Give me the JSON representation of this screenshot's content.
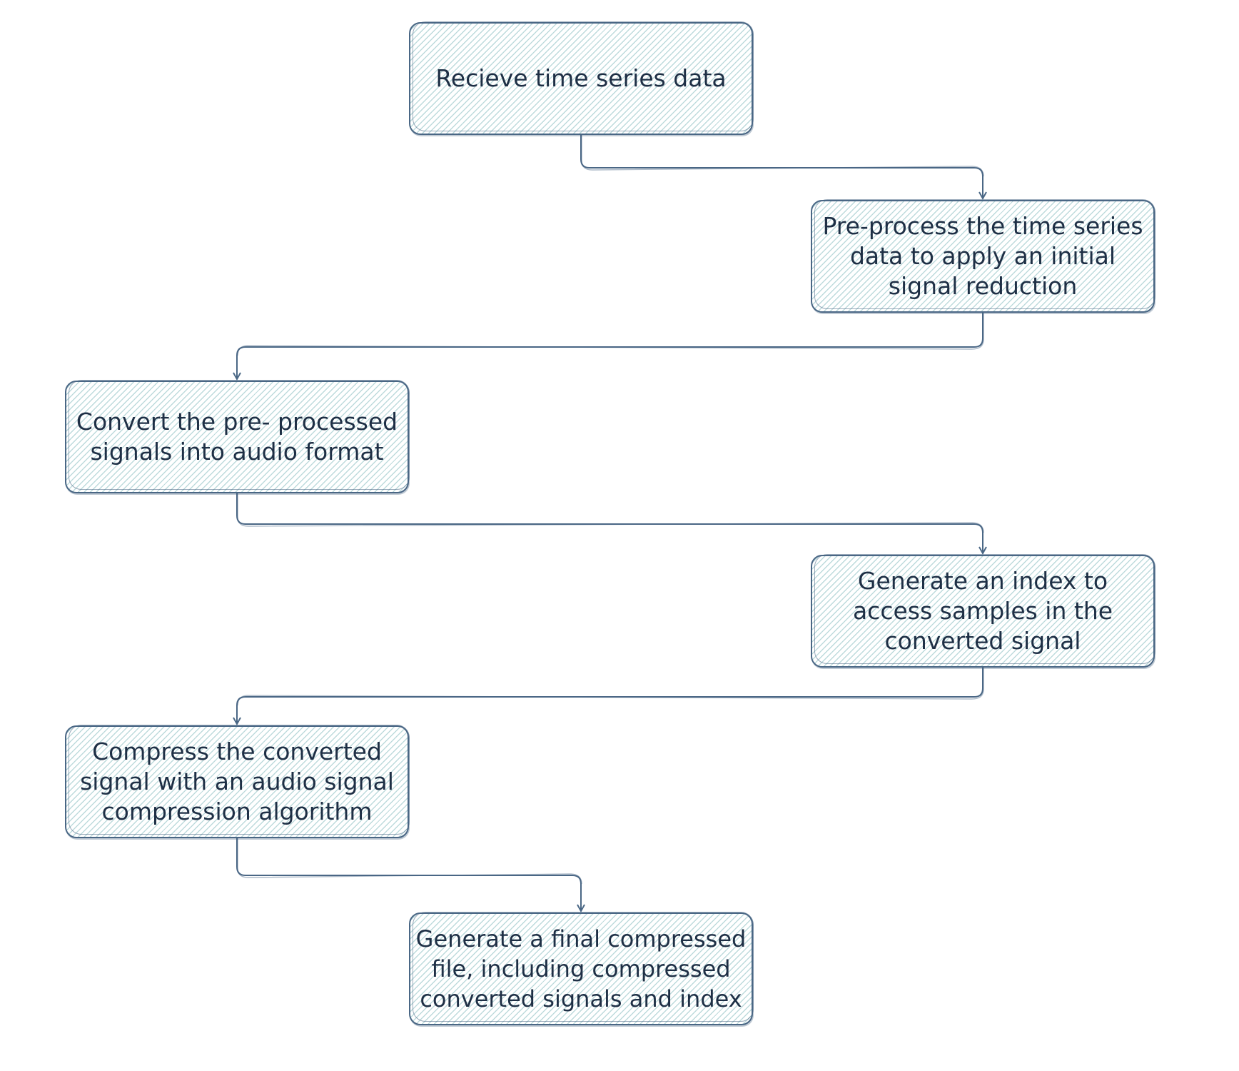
{
  "diagram": {
    "nodes": [
      {
        "id": "n1",
        "label": "Recieve time series data"
      },
      {
        "id": "n2",
        "label": "Pre-process the time series data to apply an initial signal reduction"
      },
      {
        "id": "n3",
        "label": "Convert the pre- processed signals into audio format"
      },
      {
        "id": "n4",
        "label": "Generate an index to access samples in the converted signal"
      },
      {
        "id": "n5",
        "label": "Compress the converted signal with an audio signal compression algorithm"
      },
      {
        "id": "n6",
        "label": "Generate a final compressed file, including compressed converted signals and index"
      }
    ],
    "edges": [
      {
        "from": "n1",
        "to": "n2"
      },
      {
        "from": "n2",
        "to": "n3"
      },
      {
        "from": "n3",
        "to": "n4"
      },
      {
        "from": "n4",
        "to": "n5"
      },
      {
        "from": "n5",
        "to": "n6"
      }
    ],
    "colors": {
      "stroke": "#4a6785",
      "hatch": "#87bcc0",
      "text": "#1e2f45"
    }
  }
}
